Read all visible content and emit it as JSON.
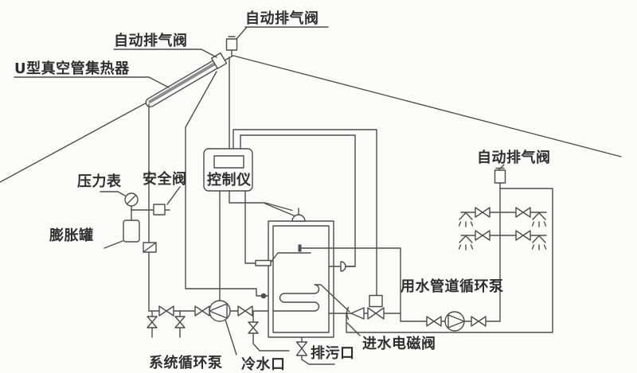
{
  "diagram": {
    "labels": {
      "auto_vent_collector": "自动排气阀",
      "auto_vent_roof": "自动排气阀",
      "auto_vent_right": "自动排气阀",
      "collector": "U型真空管集热器",
      "pressure_gauge": "压力表",
      "safety_valve": "安全阀",
      "controller": "控制仪",
      "expansion_tank": "膨胀罐",
      "hot_water_pipe_pump": "用水管道循环泵",
      "inlet_solenoid_valve": "进水电磁阀",
      "system_circ_pump": "系统循环泵",
      "cold_water_inlet": "冷水口",
      "drain_outlet": "排污口"
    },
    "colors": {
      "line": "#4d4d4d",
      "text": "#2f2f2f",
      "background": "#fbfbfa",
      "tube_shade": "#8d8d8d"
    }
  }
}
